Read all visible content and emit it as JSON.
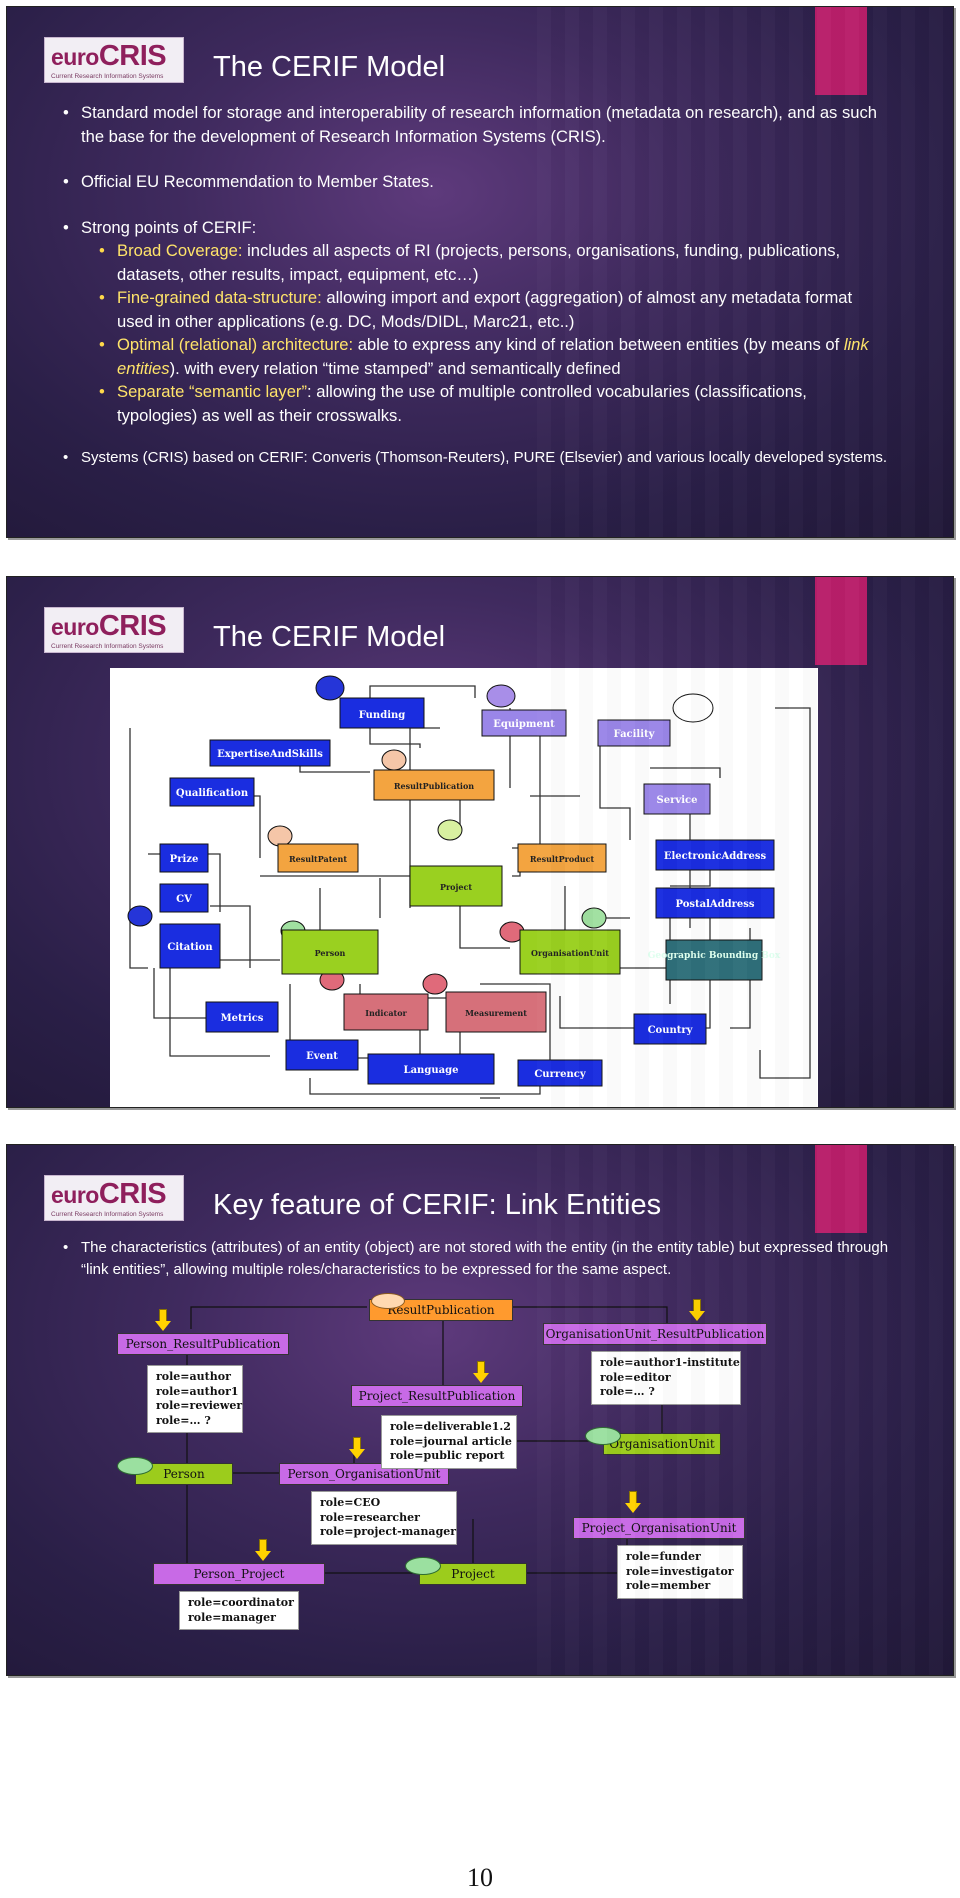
{
  "logo": {
    "brand_part1": "euro",
    "brand_part2": "CRIS",
    "tagline": "Current Research Information Systems"
  },
  "slide1": {
    "title": "The CERIF Model",
    "b1": "Standard model for storage and interoperability of  research information (metadata on research), and as such the base for the development of Research Information Systems (CRIS).",
    "b2": "Official EU Recommendation to Member States.",
    "b3": "Strong points of CERIF:",
    "s1_hl": "Broad Coverage:",
    "s1_txt": " includes all aspects of RI (projects, persons, organisations, funding, publications, datasets, other results, impact, equipment, etc…)",
    "s2_hl": "Fine-grained data-structure:",
    "s2_txt": " allowing import and export (aggregation) of almost any metadata format used in other applications (e.g. DC, Mods/DIDL, Marc21, etc..)",
    "s3_hl": "Optimal (relational) architecture:",
    "s3_txt": " able to express any kind of relation between entities (by means of ",
    "s3_it": "link entities",
    "s3_tail": "). with every relation “time stamped” and semantically defined",
    "s4_hl": "Separate “semantic layer”",
    "s4_txt": ": allowing the use of multiple controlled vocabularies (classifications, typologies) as well as their crosswalks.",
    "b4": "Systems (CRIS) based on CERIF:  Converis (Thomson-Reuters), PURE (Elsevier) and various locally developed systems."
  },
  "slide2": {
    "title": "The CERIF Model",
    "entities": {
      "funding": "Funding",
      "equipment": "Equipment",
      "facility": "Facility",
      "expertise": "ExpertiseAndSkills",
      "qualification": "Qualification",
      "resultpublication": "ResultPublication",
      "service": "Service",
      "prize": "Prize",
      "resultpatent": "ResultPatent",
      "project": "Project",
      "resultproduct": "ResultProduct",
      "electronicaddress": "ElectronicAddress",
      "cv": "CV",
      "postaladdress": "PostalAddress",
      "citation": "Citation",
      "person": "Person",
      "orgunit": "OrganisationUnit",
      "geobox": "Geographic Bounding Box",
      "metrics": "Metrics",
      "indicator": "Indicator",
      "measurement": "Measurement",
      "country": "Country",
      "event": "Event",
      "language": "Language",
      "currency": "Currency"
    },
    "colors": {
      "blue": "#1a2de0",
      "lavender": "#9a86e8",
      "orange": "#f3a440",
      "green": "#9ad020",
      "red": "#d6707a",
      "teal": "#2f6f7a"
    }
  },
  "slide3": {
    "title": "Key feature of CERIF: Link Entities",
    "b1": "The characteristics (attributes) of an entity (object) are not stored with the entity (in the entity table) but expressed through “link entities”, allowing multiple roles/characteristics to be expressed for the same aspect.",
    "boxes": {
      "resultpublication": "ResultPublication",
      "person_resultpublication": "Person_ResultPublication",
      "orgunit_resultpublication": "OrganisationUnit_ResultPublication",
      "project_resultpublication": "Project_ResultPublication",
      "orgunit": "OrganisationUnit",
      "person": "Person",
      "person_orgunit": "Person_OrganisationUnit",
      "project_orgunit": "Project_OrganisationUnit",
      "person_project": "Person_Project",
      "project": "Project"
    },
    "roles": {
      "prp": [
        "role=author",
        "role=author1",
        "role=reviewer",
        "role=… ?"
      ],
      "ourp": [
        "role=author1-institute",
        "role=editor",
        "role=… ?"
      ],
      "pjrp": [
        "role=deliverable1.2",
        "role=journal article",
        "role=public report"
      ],
      "pou": [
        "role=CEO",
        "role=researcher",
        "role=project-manager"
      ],
      "pjou": [
        "role=funder",
        "role=investigator",
        "role=member"
      ],
      "pp": [
        "role=coordinator",
        "role=manager"
      ]
    }
  },
  "page_number": "10"
}
